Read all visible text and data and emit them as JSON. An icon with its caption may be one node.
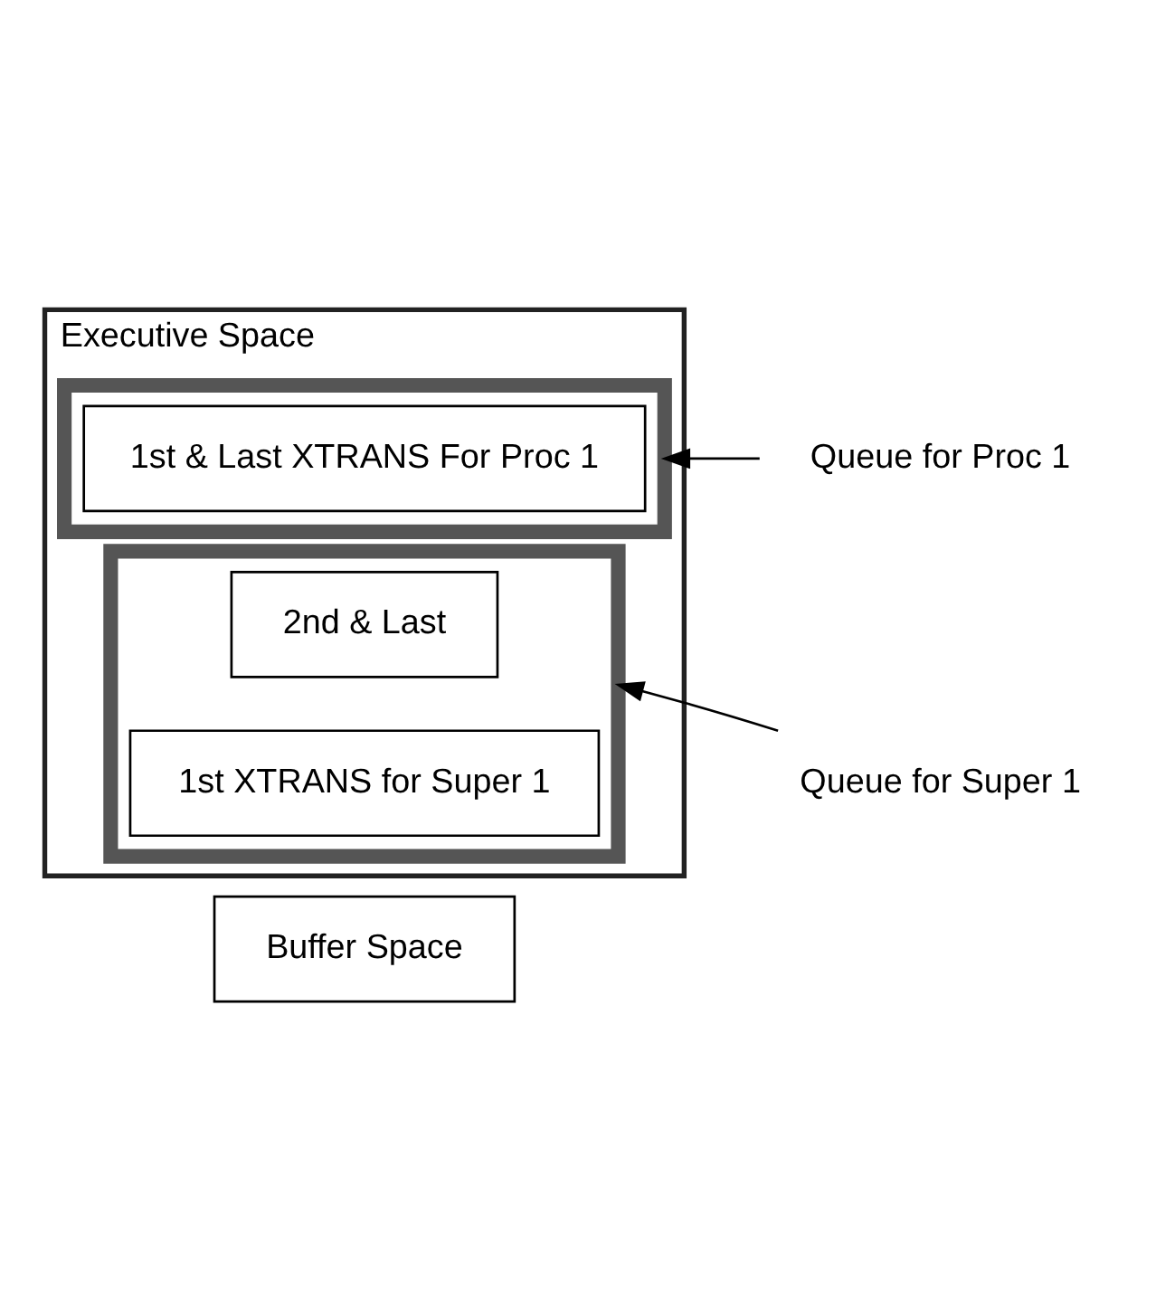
{
  "diagram": {
    "nodes": [
      {
        "text": [
          "Executive Space"
        ]
      },
      {
        "text": [],
        "shape": "box",
        "in": 0
      },
      {
        "text": [
          "1st & Last XTRANS For Proc 1"
        ],
        "in": 1
      },
      {
        "text": [],
        "shape": "box",
        "in": 0
      },
      {
        "text": [
          "2nd & Last"
        ],
        "in": 3
      },
      {
        "text": [
          "1st XTRANS for Super 1"
        ],
        "in": 3
      },
      {
        "text": [
          "Buffer Space"
        ]
      },
      {
        "text": [
          "Queue for Proc 1"
        ]
      },
      {
        "text": [
          "Queue for Super 1"
        ]
      }
    ],
    "edges": [
      {
        "from": 7,
        "to": 1,
        "arrow": "to"
      },
      {
        "from": 8,
        "to": 3,
        "arrow": "to"
      }
    ]
  }
}
